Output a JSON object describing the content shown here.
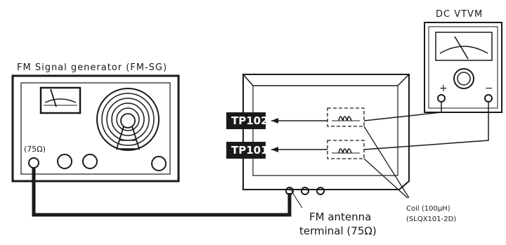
{
  "labels": {
    "fm_sg_title": "FM Signal generator (FM-SG)",
    "vtvm_title": "DC VTVM",
    "sg_impedance": "(75Ω)",
    "tp102": "TP102",
    "tp101": "TP101",
    "vtvm_plus": "+",
    "vtvm_minus": "−",
    "coil_line1": "Coil (100μH)",
    "coil_line2": "(SLQX101-2D)",
    "antenna_line1": "FM antenna",
    "antenna_line2": "terminal (75Ω)"
  },
  "colors": {
    "ink": "#1a1a1a",
    "background": "#ffffff",
    "tp_fill": "#1a1a1a",
    "tp_text": "#ffffff"
  }
}
